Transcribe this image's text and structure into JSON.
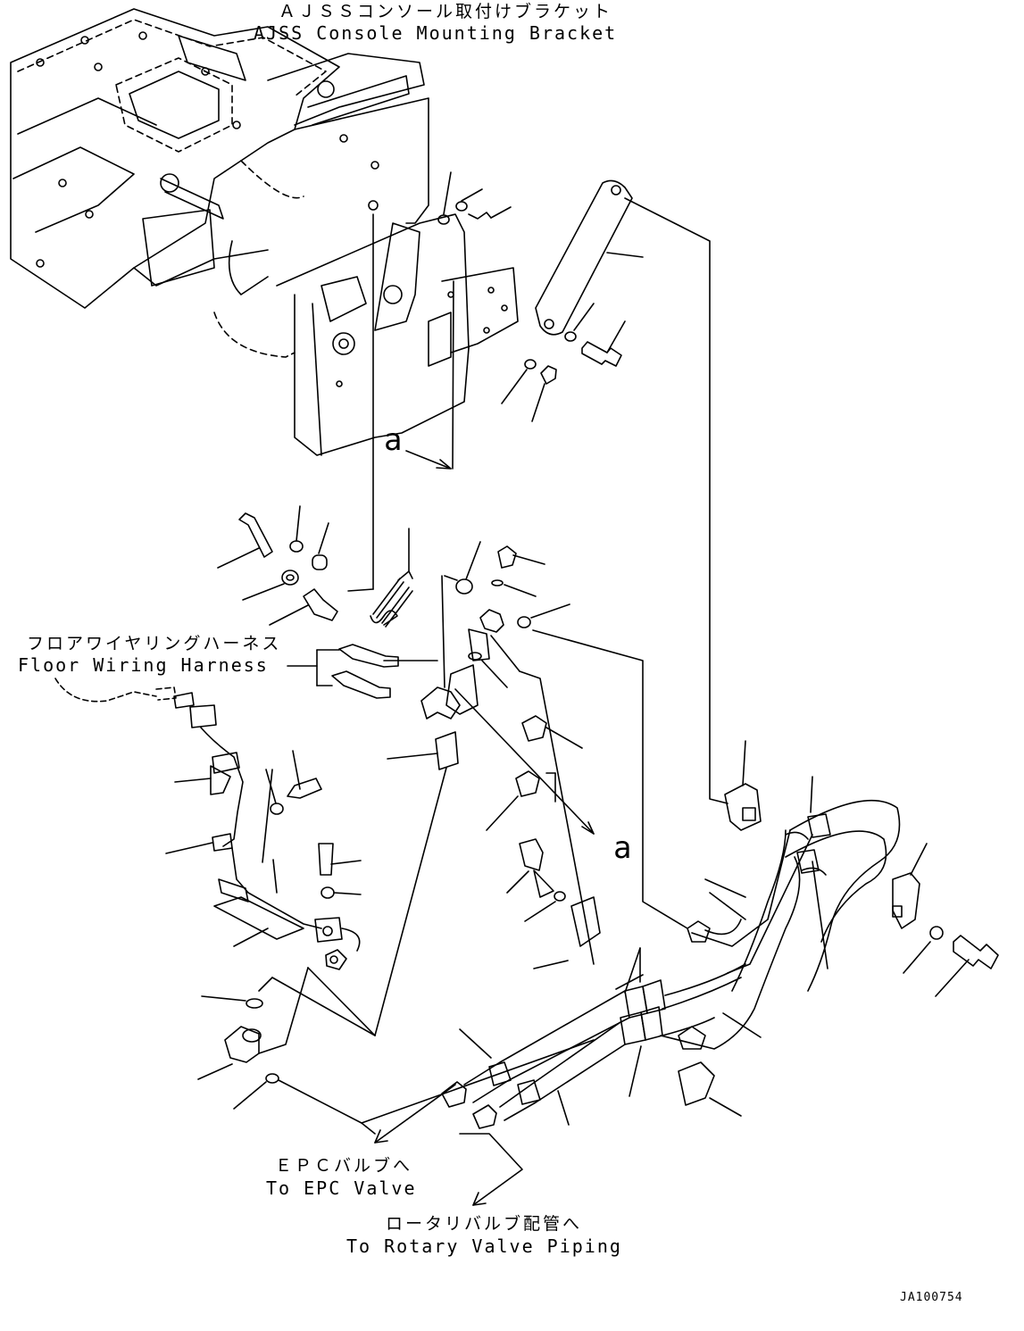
{
  "labels": {
    "ajss_jp": "ＡＪＳＳコンソール取付けブラケット",
    "ajss_en": "AJSS Console Mounting Bracket",
    "harness_jp": "フロアワイヤリングハーネス",
    "harness_en": "Floor Wiring Harness",
    "epc_jp": "ＥＰＣバルブへ",
    "epc_en": "To EPC Valve",
    "rotary_jp": "ロータリバルブ配管へ",
    "rotary_en": "To Rotary Valve Piping",
    "ref_a_top": "a",
    "ref_a_bottom": "a",
    "drawing_code": "JA100754"
  }
}
